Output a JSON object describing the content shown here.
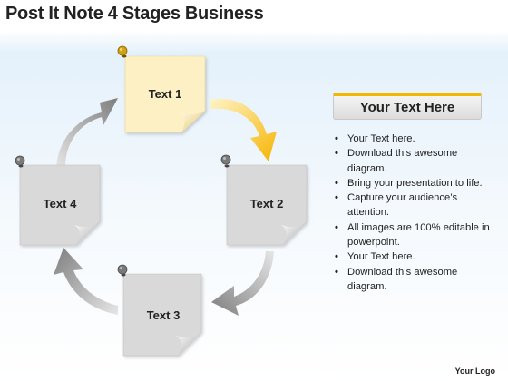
{
  "title": "Post It Note 4 Stages Business",
  "notes": [
    {
      "label": "Text 1",
      "color": "#fdf0c4"
    },
    {
      "label": "Text 2",
      "color": "#d9d9d9"
    },
    {
      "label": "Text 3",
      "color": "#d9d9d9"
    },
    {
      "label": "Text 4",
      "color": "#d9d9d9"
    }
  ],
  "colors": {
    "accent": "#f2b705",
    "arrow_yellow": "#f5b400",
    "arrow_gray": "#8c8c8c",
    "pin_yellow": "#d4a017",
    "pin_gray": "#7a7a7a"
  },
  "panel": {
    "header": "Your Text Here",
    "bullets": [
      "Your Text here.",
      "Download this awesome diagram.",
      "Bring your presentation to life.",
      "Capture your audience’s attention.",
      "All images are 100% editable in powerpoint.",
      "Your Text here.",
      "Download this awesome diagram."
    ]
  },
  "logo": "Your Logo"
}
